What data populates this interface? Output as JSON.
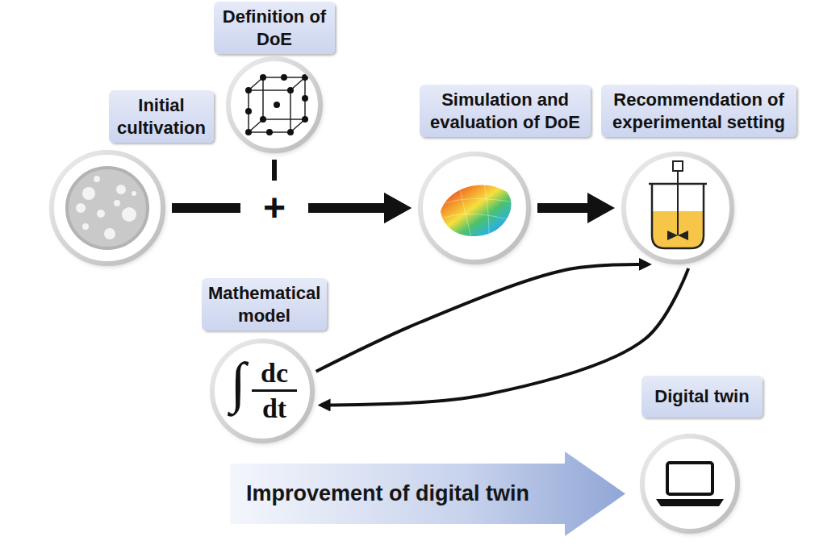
{
  "diagram": {
    "nodes": [
      {
        "text": [
          "Initial cultivation"
        ]
      },
      {
        "text": [
          "Definition of DoE"
        ]
      },
      {
        "text": [
          "Simulation and evaluation of DoE"
        ]
      },
      {
        "text": [
          "Recommendation of experimental setting"
        ]
      },
      {
        "text": [
          "Mathematical model",
          "∫",
          "dc",
          "dt"
        ]
      },
      {
        "text": [
          "Digital twin"
        ]
      },
      {
        "text": [
          "Improvement of digital twin"
        ]
      }
    ],
    "edges": [
      {
        "from": 0,
        "to": 2,
        "arrow": "to"
      },
      {
        "from": 1,
        "to": 2,
        "arrow": "to"
      },
      {
        "from": 2,
        "to": 3,
        "arrow": "to"
      },
      {
        "from": 4,
        "to": 3,
        "arrow": "to"
      },
      {
        "from": 3,
        "to": 4,
        "arrow": "to"
      }
    ],
    "labels": [
      "+"
    ]
  }
}
